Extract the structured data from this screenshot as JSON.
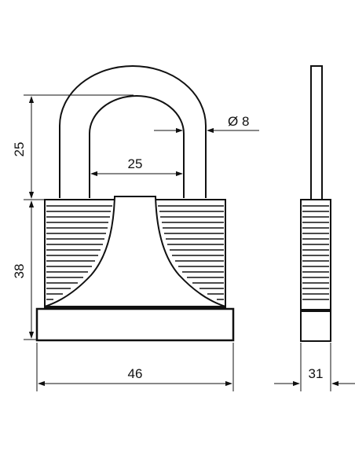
{
  "dimensions": {
    "shackle_height": "25",
    "shackle_inner_width": "25",
    "shackle_diameter": "Ø 8",
    "body_height": "38",
    "body_width": "46",
    "body_thickness": "31"
  },
  "colors": {
    "stroke": "#111111",
    "background": "#ffffff"
  }
}
